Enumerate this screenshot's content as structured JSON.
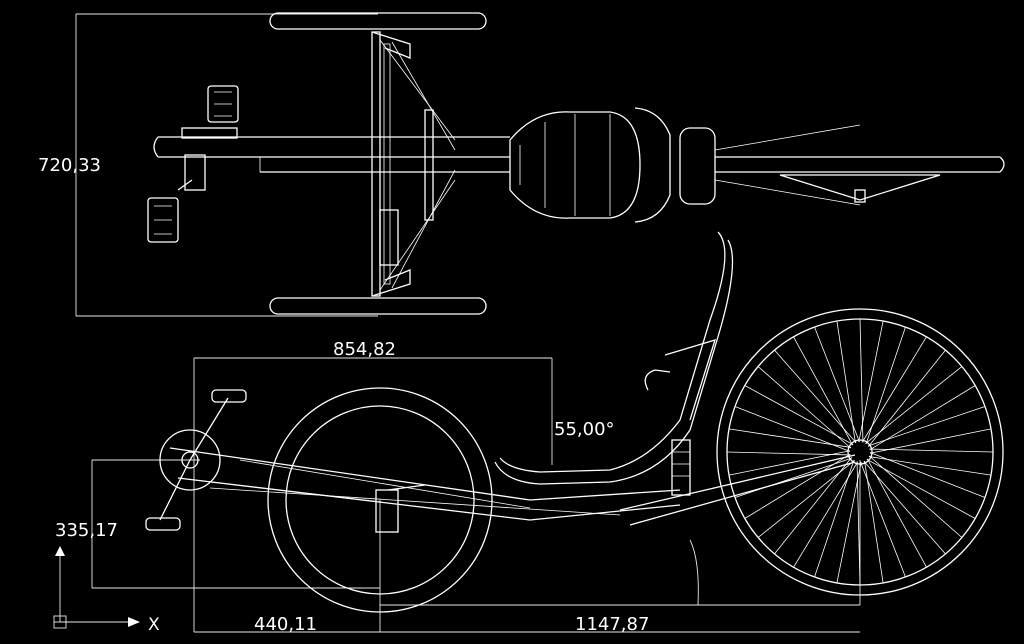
{
  "drawing": {
    "background": "#000000",
    "line_color": "#ffffff",
    "dimensions": {
      "track_width": "720,33",
      "upper_length": "854,82",
      "head_angle": "55,00°",
      "crank_height": "335,17",
      "crank_to_front": "440,11",
      "wheelbase": "1147,87"
    },
    "ucs": {
      "x_label": "X",
      "icon": "ucs-axis-icon"
    }
  }
}
